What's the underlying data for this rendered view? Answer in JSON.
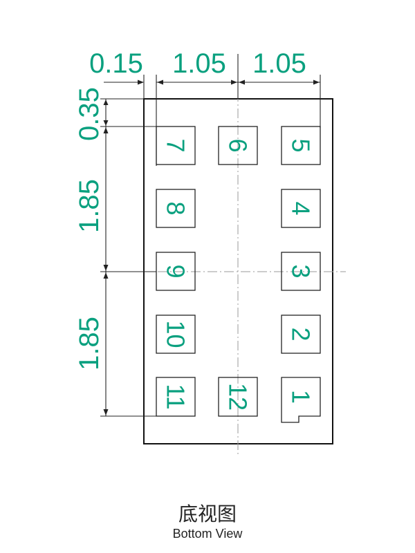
{
  "dimensions": {
    "top_left": "0.15",
    "top_mid": "1.05",
    "top_right": "1.05",
    "left_top": "0.35",
    "left_mid": "1.85",
    "left_bottom": "1.85"
  },
  "pads": [
    "1",
    "2",
    "3",
    "4",
    "5",
    "6",
    "7",
    "8",
    "9",
    "10",
    "11",
    "12"
  ],
  "caption": {
    "chinese": "底视图",
    "english": "Bottom View"
  },
  "colors": {
    "dimension_text": "#0aa07f",
    "outline": "#111111"
  }
}
